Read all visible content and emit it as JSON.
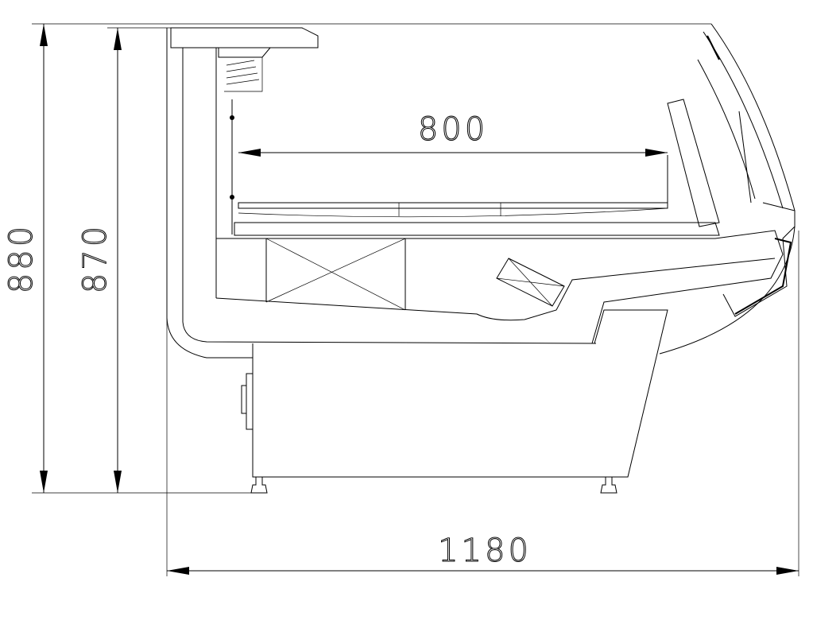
{
  "drawing": {
    "title": "Display counter side section",
    "dimensions": {
      "total_height": "880",
      "body_height": "870",
      "shelf_depth": "800",
      "total_depth": "1180"
    }
  }
}
